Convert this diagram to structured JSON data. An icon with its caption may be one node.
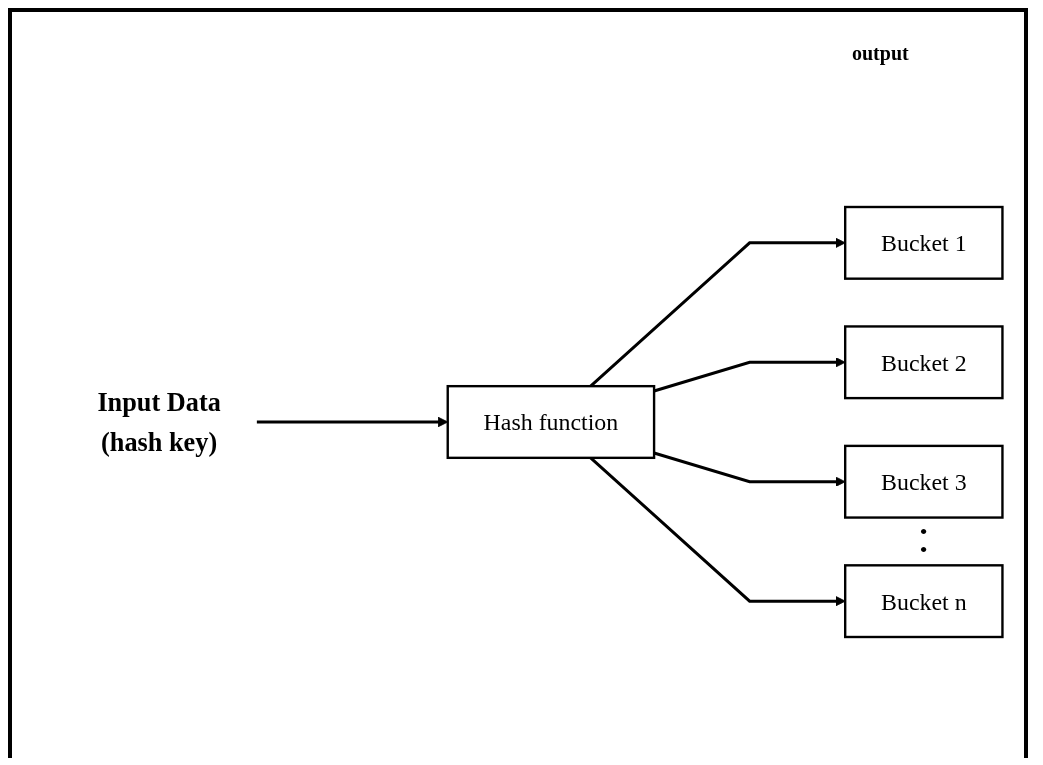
{
  "diagram": {
    "nodes": [
      {
        "text": [
          "Input Data",
          "(hash key)"
        ]
      },
      {
        "text": [
          "Hash function"
        ]
      },
      {
        "text": [
          "Bucket 1"
        ]
      },
      {
        "text": [
          "Bucket 2"
        ]
      },
      {
        "text": [
          "Bucket 3"
        ]
      },
      {
        "text": [
          "Bucket n"
        ]
      }
    ],
    "edges": [
      {
        "from": 0,
        "to": 1,
        "arrow": "to"
      },
      {
        "from": 1,
        "to": 2,
        "arrow": "to"
      },
      {
        "from": 1,
        "to": 3,
        "arrow": "to"
      },
      {
        "from": 1,
        "to": 4,
        "arrow": "to"
      },
      {
        "from": 1,
        "to": 5,
        "arrow": "to"
      }
    ],
    "labels": [
      "output",
      "•",
      "•"
    ]
  }
}
